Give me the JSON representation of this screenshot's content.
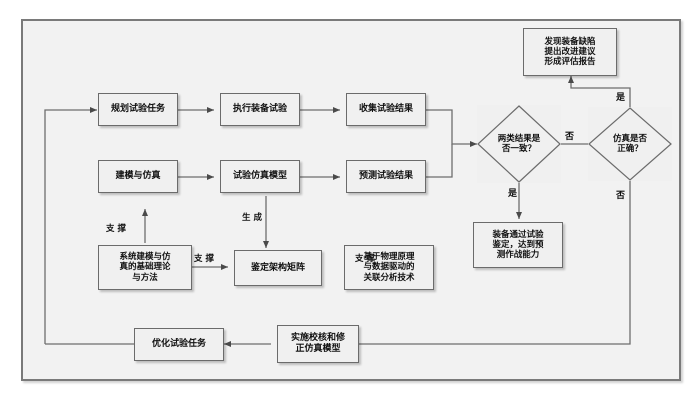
{
  "diagram": {
    "title_visible": false,
    "colors": {
      "frame_bg": "#f2f2f2",
      "frame_border": "#7a7a7a",
      "node_bg": "#f0f0f0",
      "node_border": "#6b6b6b",
      "line": "#6e6e6e",
      "text": "#111111"
    },
    "nodes": {
      "plan_test_task": "规划试验任务",
      "execute_equipment_test": "执行装备试验",
      "collect_test_results": "收集试验结果",
      "model_and_simulate": "建模与仿真",
      "test_simulation_model": "试验仿真模型",
      "predict_test_results": "预测试验结果",
      "system_modeling_theory_line1": "系统建模与仿",
      "system_modeling_theory_line2": "真的基础理论",
      "system_modeling_theory_line3": "与方法",
      "qualification_arch_matrix": "鉴定架构矩阵",
      "physics_data_analysis_line1": "基于物理原理",
      "physics_data_analysis_line2": "与数据驱动的",
      "physics_data_analysis_line3": "关联分析技术",
      "optimize_test_task": "优化试验任务",
      "verify_correct_model_line1": "实施校核和修",
      "verify_correct_model_line2": "正仿真模型",
      "equipment_passed_line1": "装备通过试验",
      "equipment_passed_line2": "鉴定，达到预",
      "equipment_passed_line3": "测作战能力",
      "report_line1": "发现装备缺陷",
      "report_line2": "提出改进建议",
      "report_line3": "形成评估报告"
    },
    "decisions": {
      "results_consistent_line1": "两类结果是",
      "results_consistent_line2": "否一致？",
      "simulation_correct_line1": "仿真是否",
      "simulation_correct_line2": "正确？"
    },
    "edge_labels": {
      "consistent_no": "否",
      "consistent_yes": "是",
      "sim_correct_yes": "是",
      "sim_correct_no": "否",
      "support_left_up": "支 撑",
      "support_left_right": "支 撑",
      "support_right_left": "支 撑",
      "generate": "生 成"
    }
  }
}
